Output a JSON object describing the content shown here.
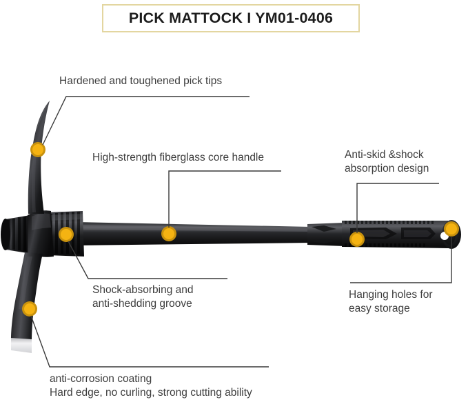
{
  "title": {
    "text": "PICK MATTOCK I YM01-0406",
    "border_color": "#e3d6a0",
    "text_color": "#1c1c1c"
  },
  "product": {
    "name": "pick-mattock",
    "body_color": "#1b1b1b",
    "body_highlight": "#55565a",
    "blade_edge_color": "#e8e8ea",
    "marker_fill": "#f5b312",
    "marker_ring": "#c9920d",
    "leader_color": "#3a3a3a"
  },
  "callouts": [
    {
      "id": "pick-tips",
      "line1": "Hardened and toughened pick tips",
      "line2": ""
    },
    {
      "id": "fiberglass-core",
      "line1": "High-strength fiberglass core handle",
      "line2": ""
    },
    {
      "id": "anti-skid",
      "line1": "Anti-skid &shock",
      "line2": "absorption design"
    },
    {
      "id": "shock-groove",
      "line1": "Shock-absorbing and",
      "line2": "anti-shedding groove"
    },
    {
      "id": "hanging-holes",
      "line1": "Hanging holes for",
      "line2": "easy storage"
    },
    {
      "id": "anti-corrosion",
      "line1": "anti-corrosion coating",
      "line2": "Hard edge, no curling, strong cutting ability"
    }
  ]
}
